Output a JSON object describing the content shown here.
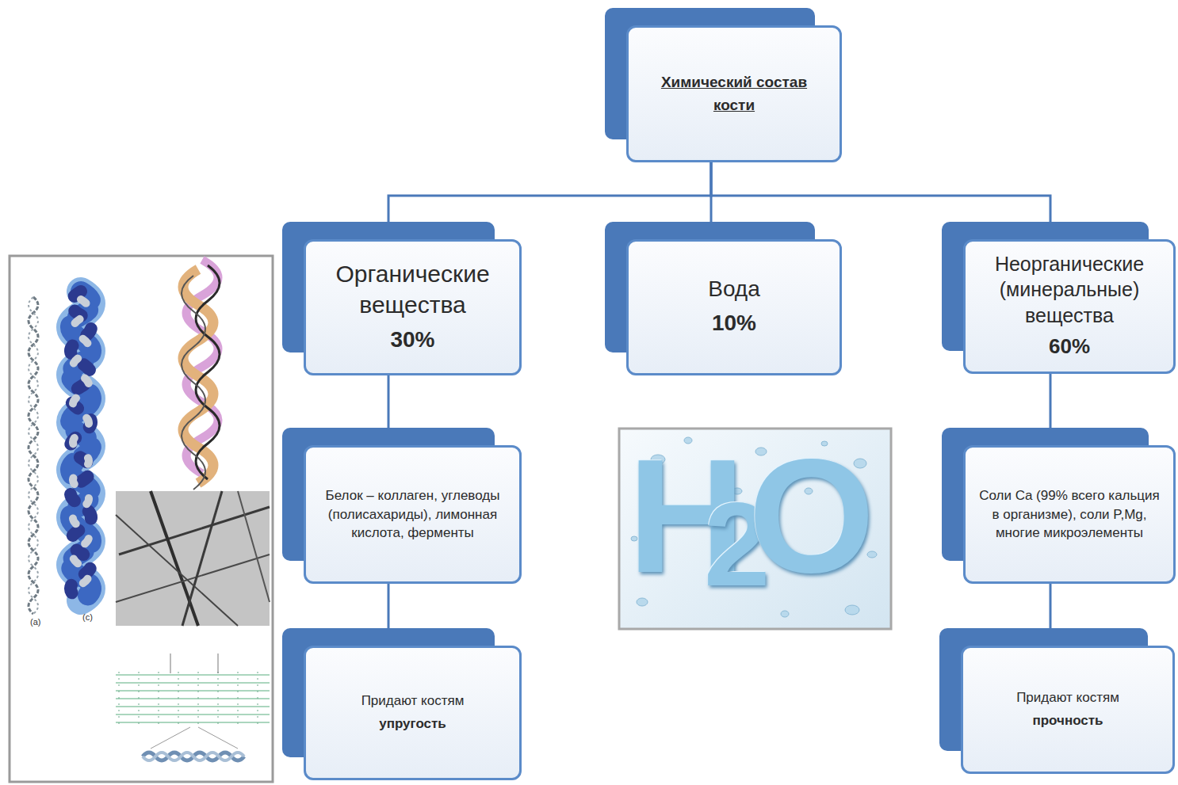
{
  "diagram": {
    "nodes": [
      {
        "text": [
          "Химический состав кости"
        ]
      },
      {
        "text": [
          "Органические вещества",
          "30%"
        ]
      },
      {
        "text": [
          "Вода",
          "10%"
        ]
      },
      {
        "text": [
          "Неорганические (минеральные) вещества",
          "60%"
        ]
      },
      {
        "text": [
          "Белок – коллаген, углеводы (полисахариды), лимонная кислота, ферменты"
        ]
      },
      {
        "text": [
          "Соли Ca (99% всего кальция в организме), соли P,Mg, многие микроэлементы"
        ]
      },
      {
        "text": [
          "Придают костям",
          "упругость"
        ]
      },
      {
        "text": [
          "Придают костям",
          "прочность"
        ]
      }
    ],
    "edges": [
      {
        "from": 0,
        "to": 1,
        "arrow": "none"
      },
      {
        "from": 0,
        "to": 2,
        "arrow": "none"
      },
      {
        "from": 0,
        "to": 3,
        "arrow": "none"
      },
      {
        "from": 1,
        "to": 4,
        "arrow": "none"
      },
      {
        "from": 4,
        "to": 6,
        "arrow": "none"
      },
      {
        "from": 3,
        "to": 5,
        "arrow": "none"
      },
      {
        "from": 5,
        "to": 7,
        "arrow": "none"
      }
    ],
    "labels": [
      "H",
      "2",
      "O",
      "(a)",
      "(c)"
    ]
  }
}
